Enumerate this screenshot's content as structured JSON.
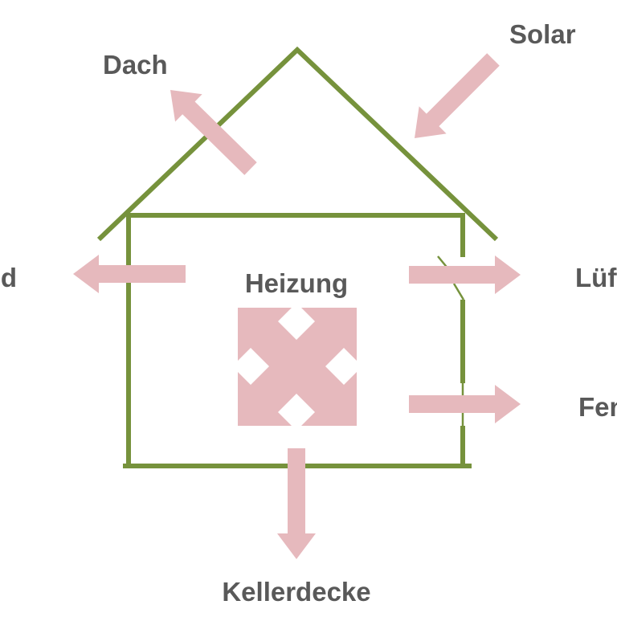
{
  "labels": {
    "roof": "Dach",
    "solar": "Solar",
    "wall": "Wand",
    "heating": "Heizung",
    "ventilation": "Lüftung",
    "window": "Fenster",
    "basement_ceiling": "Kellerdecke"
  },
  "colors": {
    "house": "#76923c",
    "arrow": "#e6b9bd",
    "text": "#595959"
  }
}
